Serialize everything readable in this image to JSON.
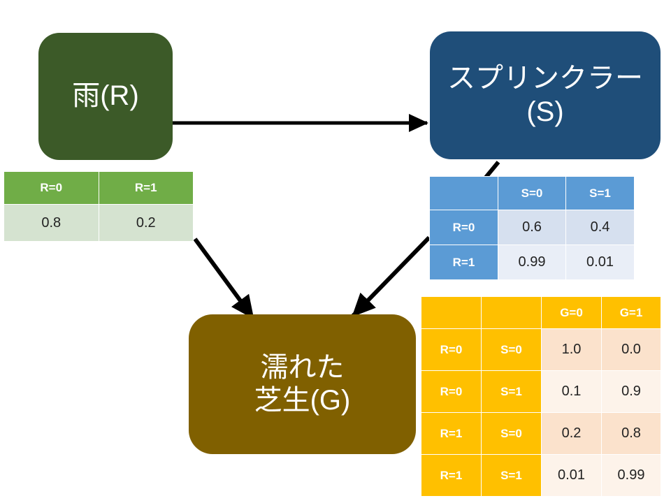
{
  "diagram": {
    "title": "Bayesian network: rain, sprinkler, wet grass",
    "colors": {
      "rain_node": "#3C5A28",
      "sprinkler_node": "#1F4E79",
      "grass_node": "#806000",
      "rain_table_header": "#70AD47",
      "rain_table_cell": "#D5E3D0",
      "sprinkler_table_header": "#5B9BD5",
      "sprinkler_table_cell": "#D6E0EF",
      "grass_table_header": "#FFC000",
      "grass_table_cell": "#FBE2CC",
      "arrow": "#000000"
    }
  },
  "nodes": {
    "rain": {
      "label": "雨(R)"
    },
    "sprinkler": {
      "label_line1": "スプリンクラー(S)"
    },
    "grass": {
      "label_line1": "濡れた",
      "label_line2": "芝生(G)"
    }
  },
  "tables": {
    "rain": {
      "headers": [
        "R=0",
        "R=1"
      ],
      "values": [
        "0.8",
        "0.2"
      ]
    },
    "sprinkler": {
      "corner": "",
      "col_headers": [
        "S=0",
        "S=1"
      ],
      "rows": [
        {
          "row_header": "R=0",
          "values": [
            "0.6",
            "0.4"
          ]
        },
        {
          "row_header": "R=1",
          "values": [
            "0.99",
            "0.01"
          ]
        }
      ]
    },
    "grass": {
      "corner1": "",
      "corner2": "",
      "col_headers": [
        "G=0",
        "G=1"
      ],
      "rows": [
        {
          "row_header1": "R=0",
          "row_header2": "S=0",
          "values": [
            "1.0",
            "0.0"
          ]
        },
        {
          "row_header1": "R=0",
          "row_header2": "S=1",
          "values": [
            "0.1",
            "0.9"
          ]
        },
        {
          "row_header1": "R=1",
          "row_header2": "S=0",
          "values": [
            "0.2",
            "0.8"
          ]
        },
        {
          "row_header1": "R=1",
          "row_header2": "S=1",
          "values": [
            "0.01",
            "0.99"
          ]
        }
      ]
    }
  },
  "edges": [
    {
      "from": "rain",
      "to": "sprinkler"
    },
    {
      "from": "rain",
      "to": "grass"
    },
    {
      "from": "sprinkler",
      "to": "grass"
    }
  ]
}
